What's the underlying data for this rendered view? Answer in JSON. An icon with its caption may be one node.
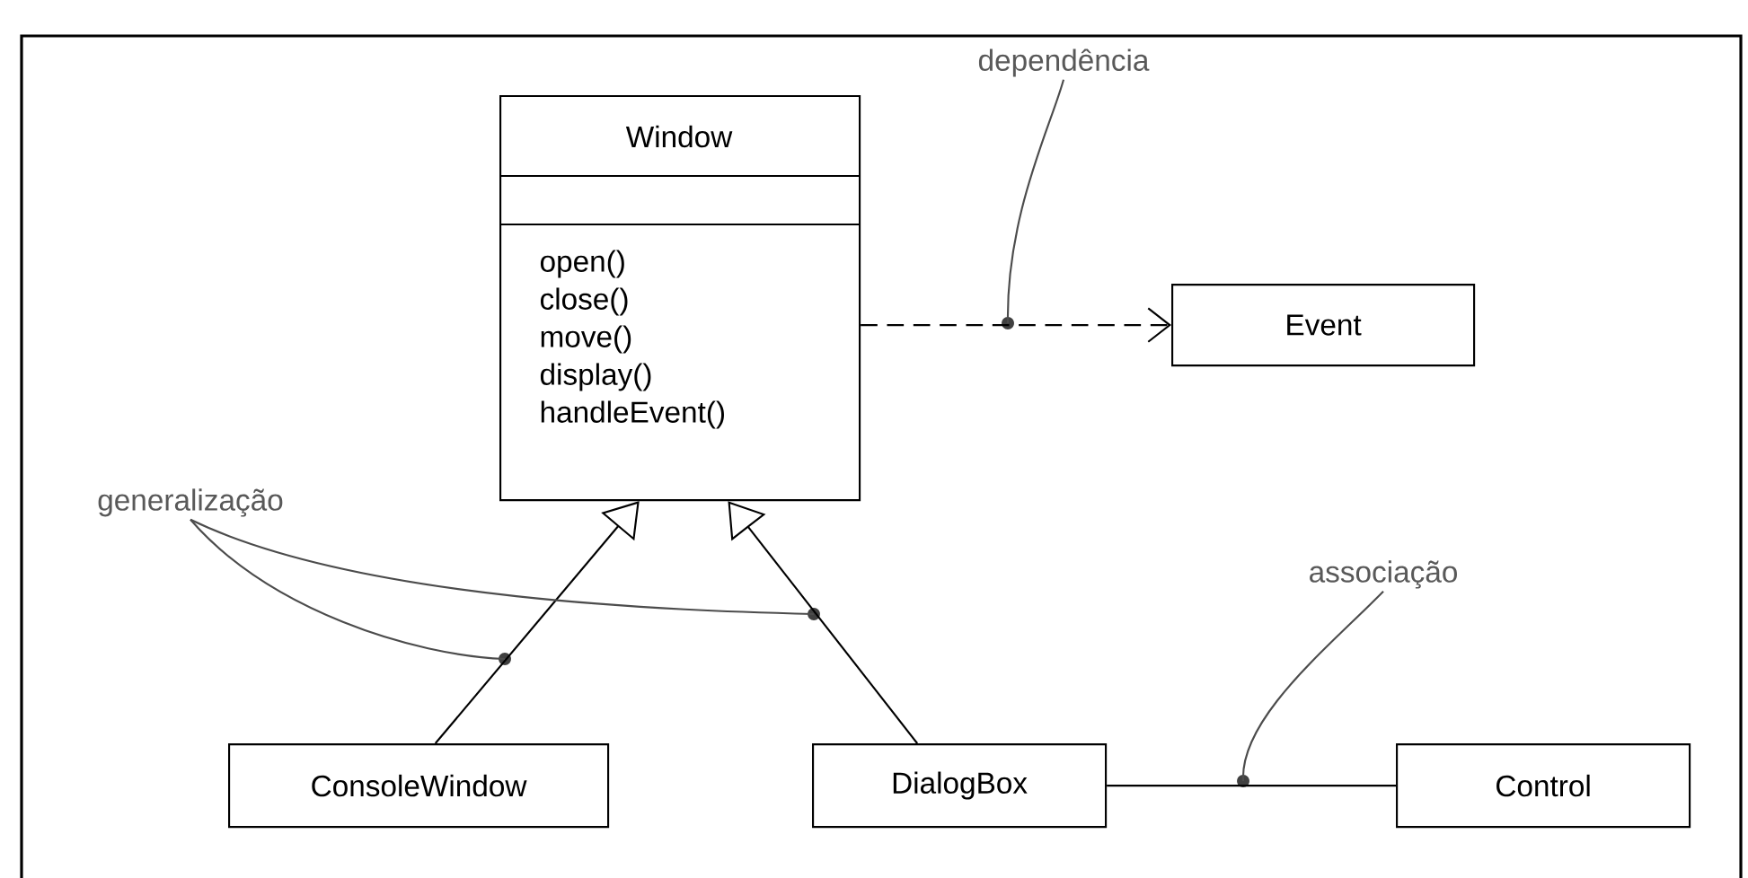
{
  "diagram": {
    "nodes": [
      {
        "text": [
          "Window",
          "open()",
          "close()",
          "move()",
          "display()",
          "handleEvent()"
        ]
      },
      {
        "text": [
          "Event"
        ]
      },
      {
        "text": [
          "ConsoleWindow"
        ]
      },
      {
        "text": [
          "DialogBox"
        ]
      },
      {
        "text": [
          "Control"
        ]
      },
      {
        "text": [
          "dependência"
        ]
      },
      {
        "text": [
          "generalização"
        ]
      },
      {
        "text": [
          "associação"
        ]
      }
    ],
    "edges": [
      {
        "from": 0,
        "to": 1,
        "arrow": "to",
        "style": "dashed"
      },
      {
        "from": 2,
        "to": 0,
        "arrow": "to"
      },
      {
        "from": 3,
        "to": 0,
        "arrow": "to"
      },
      {
        "from": 3,
        "to": 4,
        "arrow": "none"
      },
      {
        "from": 5,
        "to": null,
        "arrow": "none"
      },
      {
        "from": 6,
        "to": null,
        "arrow": "none"
      },
      {
        "from": 6,
        "to": null,
        "arrow": "none"
      },
      {
        "from": 7,
        "to": null,
        "arrow": "none"
      }
    ]
  }
}
